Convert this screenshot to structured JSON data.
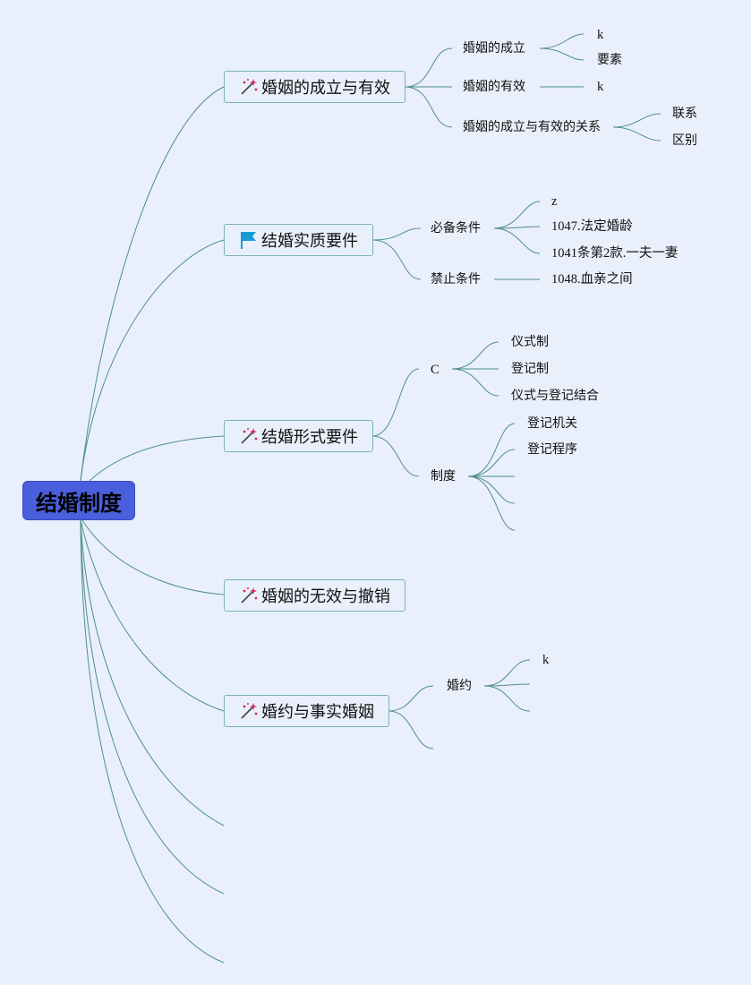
{
  "root": {
    "label": "结婚制度"
  },
  "branches": [
    {
      "label": "婚姻的成立与有效",
      "icon": "magic-wand-icon",
      "children": [
        {
          "label": "婚姻的成立",
          "children": [
            "k",
            "要素"
          ]
        },
        {
          "label": "婚姻的有效",
          "children": [
            "k"
          ]
        },
        {
          "label": "婚姻的成立与有效的关系",
          "children": [
            "联系",
            "区别"
          ]
        }
      ]
    },
    {
      "label": "结婚实质要件",
      "icon": "blue-flag-icon",
      "children": [
        {
          "label": "必备条件",
          "children": [
            "z",
            "1047.法定婚龄",
            "1041条第2款.一夫一妻"
          ]
        },
        {
          "label": "禁止条件",
          "children": [
            "1048.血亲之间"
          ]
        }
      ]
    },
    {
      "label": "结婚形式要件",
      "icon": "magic-wand-icon",
      "children": [
        {
          "label": "C",
          "children": [
            "仪式制",
            "登记制",
            "仪式与登记结合"
          ]
        },
        {
          "label": "制度",
          "children": [
            "登记机关",
            "登记程序",
            "",
            "",
            ""
          ]
        }
      ]
    },
    {
      "label": "婚姻的无效与撤销",
      "icon": "magic-wand-icon",
      "children": []
    },
    {
      "label": "婚约与事实婚姻",
      "icon": "magic-wand-icon",
      "children": [
        {
          "label": "婚约",
          "children": [
            "k",
            "",
            ""
          ]
        },
        {
          "label": "",
          "children": []
        }
      ]
    },
    {
      "label": "",
      "children": []
    },
    {
      "label": "",
      "children": []
    },
    {
      "label": "",
      "children": []
    }
  ],
  "colors": {
    "background": "#e9f0fb",
    "root_fill": "#4a5fdc",
    "connector": "#4f8f8a",
    "topic_border": "#79b5ae",
    "wand_accent": "#e0245e",
    "flag": "#1a9ad6"
  }
}
